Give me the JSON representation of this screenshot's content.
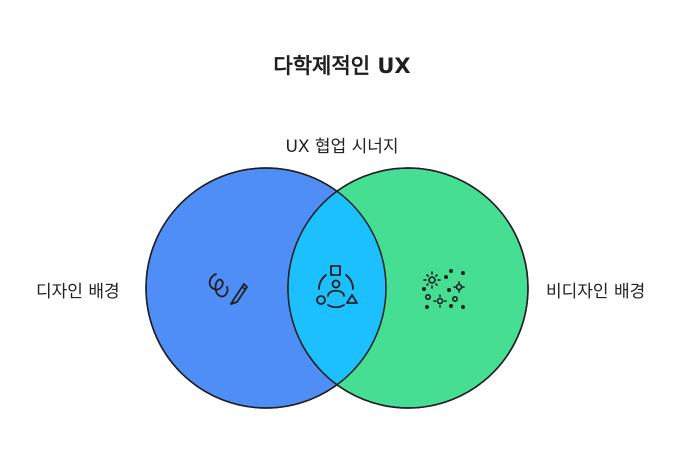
{
  "title": "다학제적인 UX",
  "labels": {
    "intersection": "UX 협업 시너지",
    "left": "디자인 배경",
    "right": "비디자인 배경"
  },
  "colors": {
    "left_circle": "#4f8ef7",
    "right_circle": "#46de93",
    "intersection": "#1cc0ff",
    "outline": "#1f1f1f"
  },
  "icons": {
    "left": "squiggle-pencil-icon",
    "intersection": "team-shapes-icon",
    "right": "sparkles-icon"
  }
}
